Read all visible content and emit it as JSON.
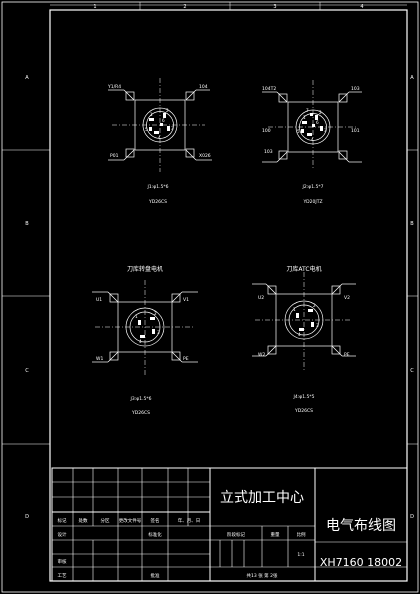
{
  "zones": {
    "top": [
      "1",
      "2",
      "3",
      "4"
    ],
    "side_left": [
      "A",
      "B",
      "C",
      "D"
    ],
    "side_right": [
      "A",
      "B",
      "C",
      "D"
    ]
  },
  "connectors": [
    {
      "id": "J1",
      "corner_labels": [
        "Y1/R4",
        "104",
        "P01",
        "X026"
      ],
      "pin_labels": [
        "1",
        "2",
        "3",
        "4",
        "5",
        "6"
      ],
      "spec": "J1:φ1.5*6",
      "code": "YD26CS"
    },
    {
      "id": "J2",
      "corner_labels": [
        "104T2",
        "103",
        "100",
        "101",
        "103"
      ],
      "pin_labels": [
        "1",
        "2",
        "3",
        "4",
        "5",
        "6",
        "7"
      ],
      "spec": "J2:φ1.5*7",
      "code": "YD20JTZ"
    },
    {
      "id": "J3",
      "title": "刀库转盘电机",
      "corner_labels": [
        "U1",
        "V1",
        "W1",
        "PE"
      ],
      "pin_labels": [
        "1",
        "2",
        "3",
        "4"
      ],
      "spec": "J3:φ1.5*6",
      "code": "YD26CS"
    },
    {
      "id": "J4",
      "title": "刀库ATC电机",
      "corner_labels": [
        "U2",
        "V2",
        "W2",
        "PE"
      ],
      "pin_labels": [
        "1",
        "2",
        "3",
        "4"
      ],
      "spec": "J4:φ1.5*5",
      "code": "YD26CS"
    }
  ],
  "title_block": {
    "company": "立式加工中心",
    "drawing_title": "电气布线图",
    "drawing_number": "XH7160 18002",
    "scale": "1:1",
    "sheets": "共13 张  第 2张",
    "rev_headers": [
      "标记",
      "处数",
      "分区",
      "更改文件号",
      "签名",
      "年、月、日"
    ],
    "role_rows": [
      "设计",
      "标准化",
      "审核",
      "工艺",
      "批准"
    ],
    "stage_headers": [
      "阶段标记",
      "重量",
      "比例"
    ]
  }
}
